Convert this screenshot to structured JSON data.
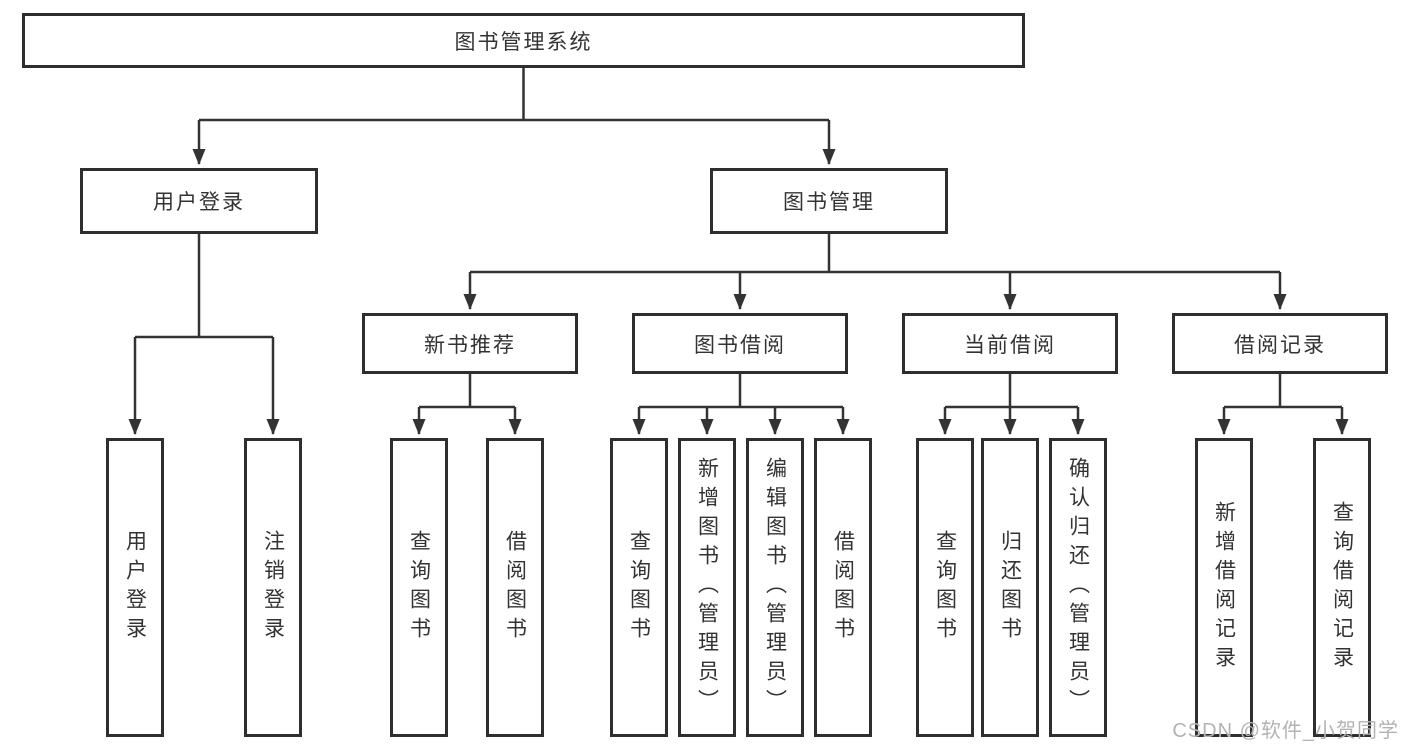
{
  "diagram": {
    "root": {
      "label": "图书管理系统"
    },
    "branches": [
      {
        "label": "用户登录",
        "children": [
          "用户登录",
          "注销登录"
        ]
      },
      {
        "label": "图书管理",
        "groups": [
          {
            "label": "新书推荐",
            "children": [
              "查询图书",
              "借阅图书"
            ]
          },
          {
            "label": "图书借阅",
            "children": [
              "查询图书",
              "新增图书（管理员）",
              "编辑图书（管理员）",
              "借阅图书"
            ]
          },
          {
            "label": "当前借阅",
            "children": [
              "查询图书",
              "归还图书",
              "确认归还（管理员）"
            ]
          },
          {
            "label": "借阅记录",
            "children": [
              "新增借阅记录",
              "查询借阅记录"
            ]
          }
        ]
      }
    ],
    "colors": {
      "line": "#333333",
      "box_border": "#2e2e2e",
      "text": "#333333",
      "background": "#ffffff",
      "watermark": "#b3b3b3"
    }
  },
  "watermark": {
    "text": "CSDN @软件_小贺同学"
  }
}
